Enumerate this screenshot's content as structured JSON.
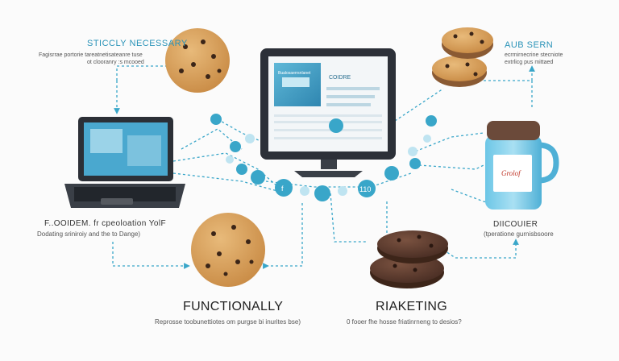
{
  "labels": {
    "top_left_title": "STICCLY NECESSARY",
    "top_left_desc_1": "Fagisrrae portorie tareatnetisateanre tuse",
    "top_left_desc_2": "ot clooranry :s mcooed",
    "top_right_title": "AUB SERN",
    "top_right_desc_1": "ecrmirnecrine stecniote",
    "top_right_desc_2": "extrlicg pus mittaed",
    "mid_left_title": "F..OOIDEM. fr cpeoloation YolF",
    "mid_left_desc": "Dodating sriniroiy and the to Dange)",
    "mid_right_title": "DIICOUIER",
    "mid_right_desc": "(tperatione gurnisbsoore",
    "bottom_left_title": "FUNCTIONALLY",
    "bottom_left_desc": "Reprosse toobunettiotes om purgse bi inurites bse)",
    "bottom_right_title": "RIAKETING",
    "bottom_right_desc": "0 fooer fhe hosse friatinrneng to desios?"
  },
  "monitor_screen": {
    "heading": "COIDRE",
    "sub": "Bualosaerrsnlanet"
  },
  "jar_label": "Grolof",
  "nodes": [
    "f",
    "110"
  ],
  "colors": {
    "accent": "#2a93b8",
    "node": "#39a6c9",
    "cookie_light": "#d9a463",
    "cookie_dark": "#5a3a2e"
  }
}
